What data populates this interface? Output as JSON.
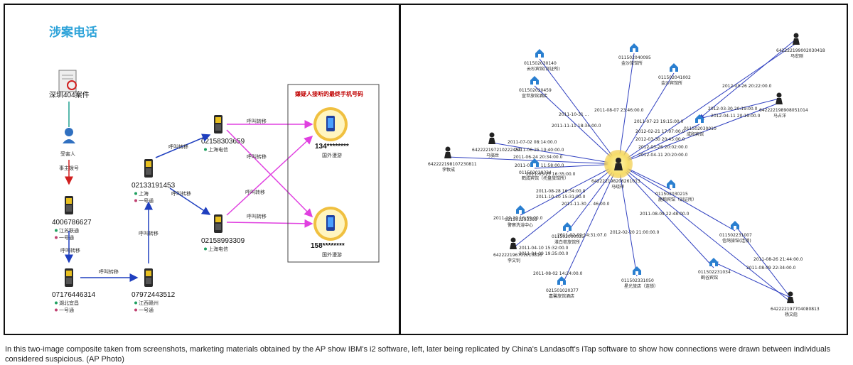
{
  "left": {
    "title": "涉案电话",
    "case": {
      "label": "深圳404案件"
    },
    "person": {
      "label": "受害人",
      "edge_label": "事主拨号"
    },
    "phones": [
      {
        "id": "p1",
        "number": "4006786627",
        "carrier": "江苏联通",
        "sub": "一号通"
      },
      {
        "id": "p2",
        "number": "07176446314",
        "carrier": "湖北宜昌",
        "sub": "一号通"
      },
      {
        "id": "p3",
        "number": "07972443512",
        "carrier": "江西赣州",
        "sub": "一号通"
      },
      {
        "id": "p4",
        "number": "02133191453",
        "carrier": "上海",
        "sub": "一号通"
      },
      {
        "id": "p5",
        "number": "02158303659",
        "carrier": "上海电信",
        "sub": ""
      },
      {
        "id": "p6",
        "number": "02158993309",
        "carrier": "上海电信",
        "sub": ""
      }
    ],
    "forward_label": "呼叫转移",
    "final_box": {
      "title": "嫌疑人接听的最终手机号码",
      "phones": [
        {
          "number": "134********",
          "sub": "国外漫游"
        },
        {
          "number": "158********",
          "sub": "国外漫游"
        }
      ]
    }
  },
  "right": {
    "center": {
      "id": "642222198206261013",
      "name": "马晓祥"
    },
    "nodes": [
      {
        "num": "011502030140",
        "name": "云杉宾馆(训证所)"
      },
      {
        "num": "011502040095",
        "name": "金沙旅馆所"
      },
      {
        "num": "011502041002",
        "name": "金沙宾馆所"
      },
      {
        "num": "011502020459",
        "name": "宣世旅馆酒店"
      },
      {
        "num": "011502030010",
        "name": "成和宾馆"
      },
      {
        "num": "011502020334",
        "name": "鹤成宾馆（托盘旅馆所）"
      },
      {
        "num": "011502030215",
        "name": "鹿鹤宾馆（训证所）"
      },
      {
        "num": "021501293369",
        "name": "警察洗浴中心"
      },
      {
        "num": "011502000035",
        "name": "淮白荷旅馆所"
      },
      {
        "num": "011502231007",
        "name": "信鸽旅馆(连锁)"
      },
      {
        "num": "011502231034",
        "name": "鹤谷宾馆"
      },
      {
        "num": "011502331050",
        "name": "星光旅店（连锁）"
      },
      {
        "num": "021501020377",
        "name": "嘉馨旅馆酒店"
      }
    ],
    "persons": [
      {
        "num": "642222199002030418",
        "name": "马宏刚"
      },
      {
        "num": "642222198908051014",
        "name": "马占洋"
      },
      {
        "num": "642222198107230811",
        "name": "李牧成"
      },
      {
        "num": "642222197210222454",
        "name": "马骆世"
      },
      {
        "num": "642222196701010816",
        "name": "李文钊"
      },
      {
        "num": "642222197704080813",
        "name": "杨文彪"
      }
    ],
    "edge_labels": [
      "2011-08-07 23:46:00.0",
      "2011-10-31 ...",
      "2011-11-11 18:34:00.0",
      "2011-07-23 19:15:00.0",
      "2011-07-02 08:14:00.0",
      "2011-06-25 10:40:00.0",
      "2011-06-24 20:34:00.0",
      "2011-07-17 11:58:00.0",
      "2011-03-25 16:35:00.0",
      "2012-02-21 17:07:00.0",
      "2012-03-30 20:45:00.0",
      "2012-03-26 20:02:00.0",
      "2012-04-11 20:20:00.0",
      "2012-03-26 20:22:00.0",
      "2012-03-30 20:19:00.0",
      "2012-04-11 20:19:00.0",
      "2011-08-28 16:34:00.0",
      "2011-10-10 15:31:00.0",
      "2011-11-30 ... 46:00.0",
      "2011-08-09 22:48:00.0",
      "2012-02-20 21:00:00.0",
      "2011-02-02 14:31:07.0",
      "2011-04-10 15:32:00.0",
      "2011-04-09 19:35:00.0",
      "2011-08-02 14:24:00.0",
      "2011-08-09 22:34:00.0",
      "2011-08-26 21:44:00.0",
      "2011-10-10 16:39:00.0"
    ]
  },
  "caption": "In this two-image composite taken from screenshots, marketing materials obtained by the AP show IBM's i2 software, left, later being replicated by China's Landasoft's iTap software to show how connections were drawn between individuals considered suspicious. (AP Photo)"
}
